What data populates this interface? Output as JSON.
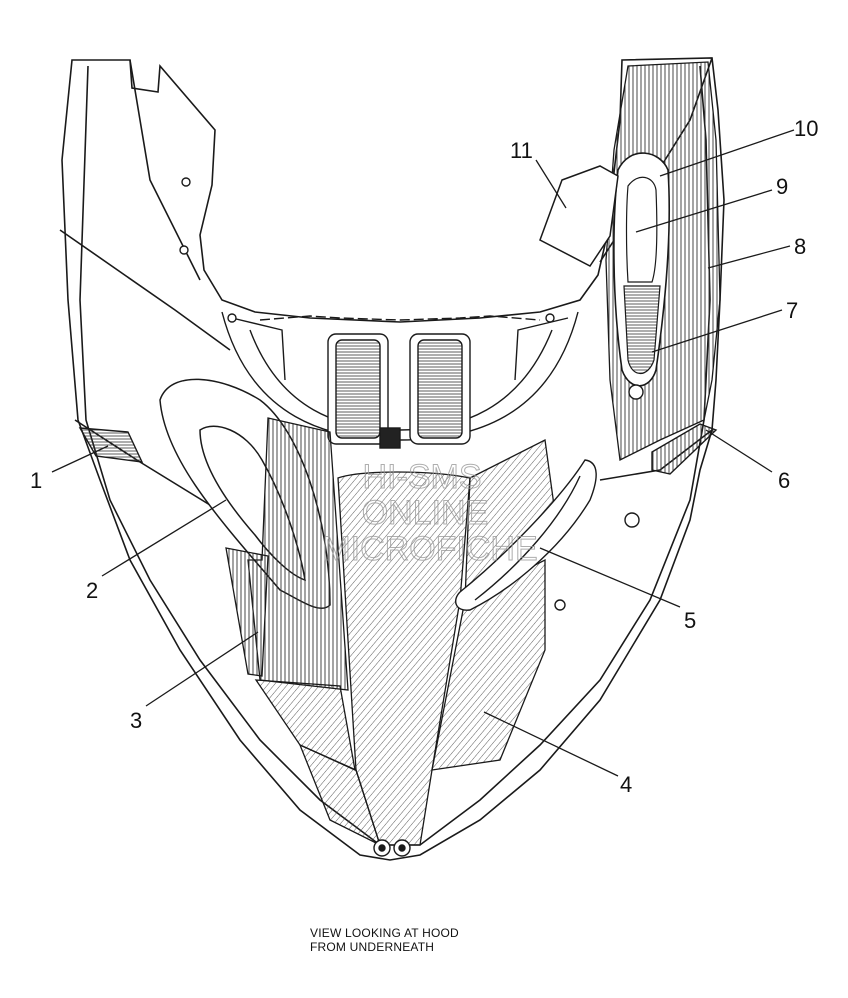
{
  "callouts": [
    "1",
    "2",
    "3",
    "4",
    "5",
    "6",
    "7",
    "8",
    "9",
    "10",
    "11"
  ],
  "watermark": [
    "HI-SMS",
    "ONLINE",
    "MICROFICHE"
  ],
  "caption": {
    "line1": "VIEW LOOKING AT HOOD",
    "line2": "FROM UNDERNEATH"
  }
}
